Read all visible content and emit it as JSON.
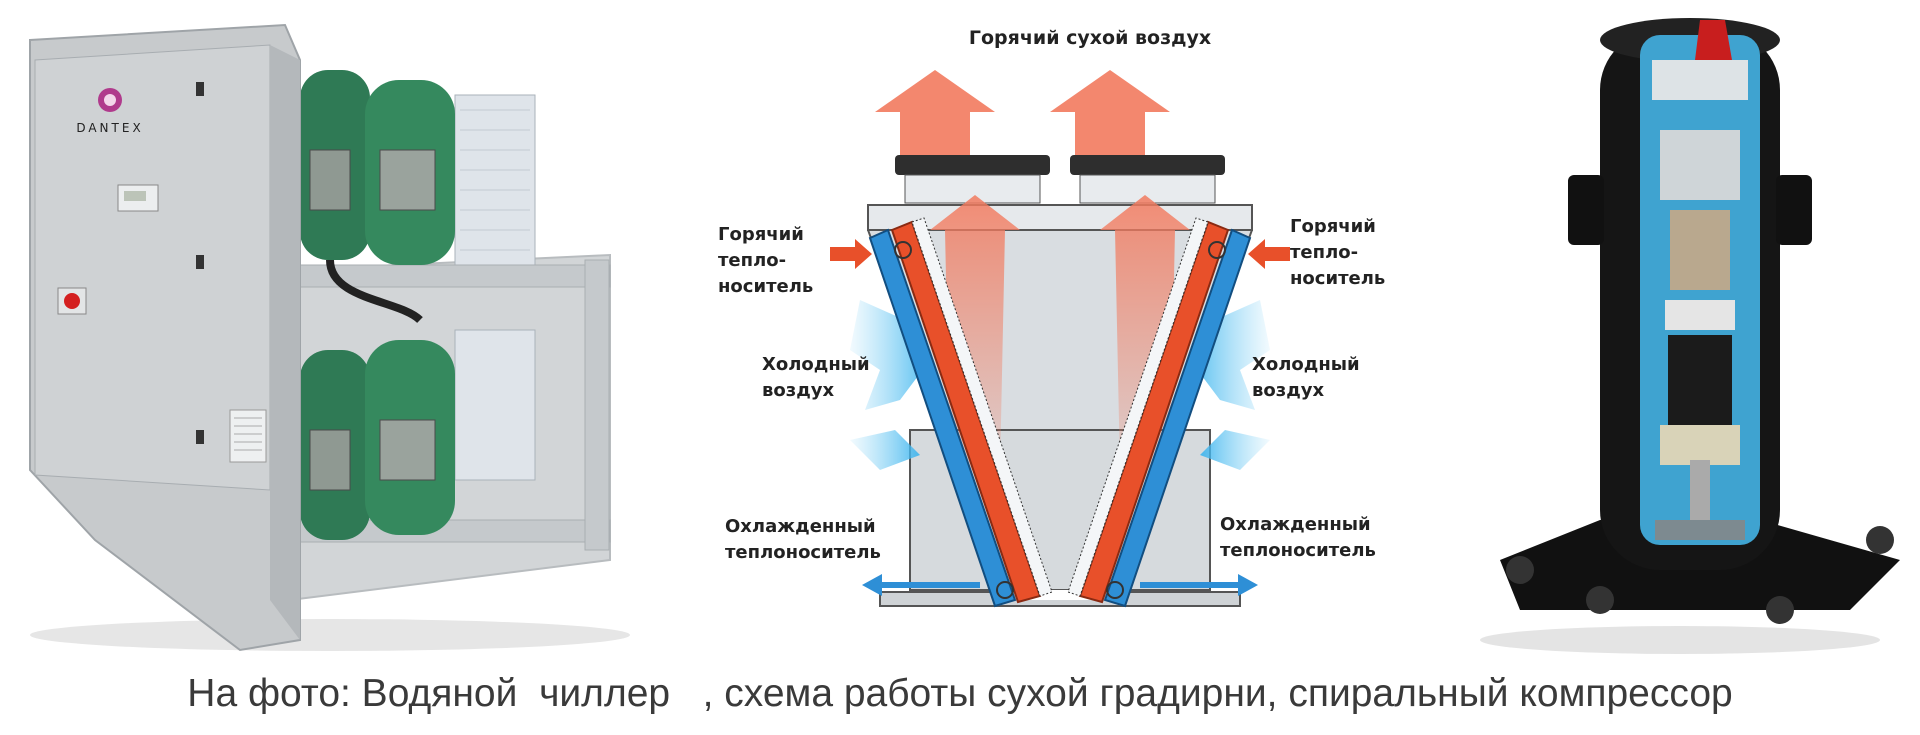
{
  "chiller": {
    "brand": "DANTEX"
  },
  "diagram": {
    "top_label": "Горячий сухой воздух",
    "left_hot_lines": [
      "Горячий",
      "тепло-",
      "носитель"
    ],
    "right_hot_lines": [
      "Горячий",
      "тепло-",
      "носитель"
    ],
    "left_cold_air_lines": [
      "Холодный",
      "воздух"
    ],
    "right_cold_air_lines": [
      "Холодный",
      "воздух"
    ],
    "left_cooled_lines": [
      "Охлажденный",
      "теплоноситель"
    ],
    "right_cooled_lines": [
      "Охлажденный",
      "теплоноситель"
    ]
  },
  "caption": "На фото: Водяной  чиллер   , схема работы сухой градирни, спиральный компрессор",
  "colors": {
    "hot_arrow": "#f27a5e",
    "hot_pipe": "#e8502a",
    "cold_pipe": "#2e8fd6",
    "cold_air": "#7ed0f5",
    "chiller_body": "#c9ccce",
    "compressor_green": "#2f8a5f",
    "compressor_shell": "#151515"
  }
}
